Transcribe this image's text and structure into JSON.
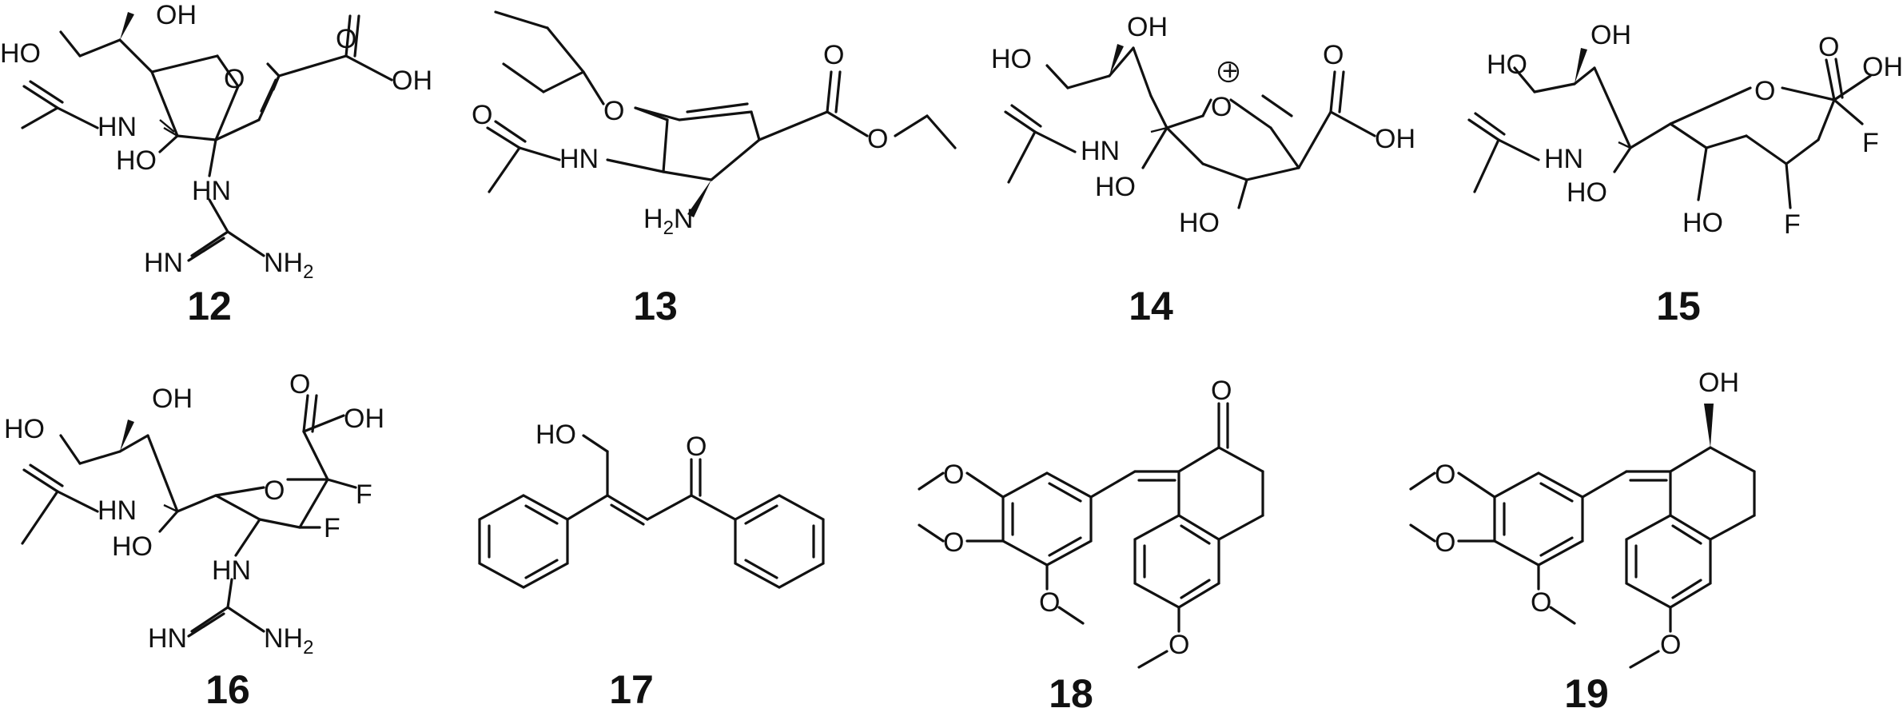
{
  "figure": {
    "compounds": [
      {
        "label": "12"
      },
      {
        "label": "13"
      },
      {
        "label": "14"
      },
      {
        "label": "15"
      },
      {
        "label": "16"
      },
      {
        "label": "17"
      },
      {
        "label": "18"
      },
      {
        "label": "19"
      }
    ],
    "atoms": {
      "OH": "OH",
      "HO": "HO",
      "O": "O",
      "HN": "HN",
      "HN_imine": "HN",
      "NH2": "NH",
      "NH2_sub": "2",
      "H2N_H": "H",
      "H2N_sub": "2",
      "H2N_N": "N",
      "F": "F",
      "plus": "+"
    }
  }
}
